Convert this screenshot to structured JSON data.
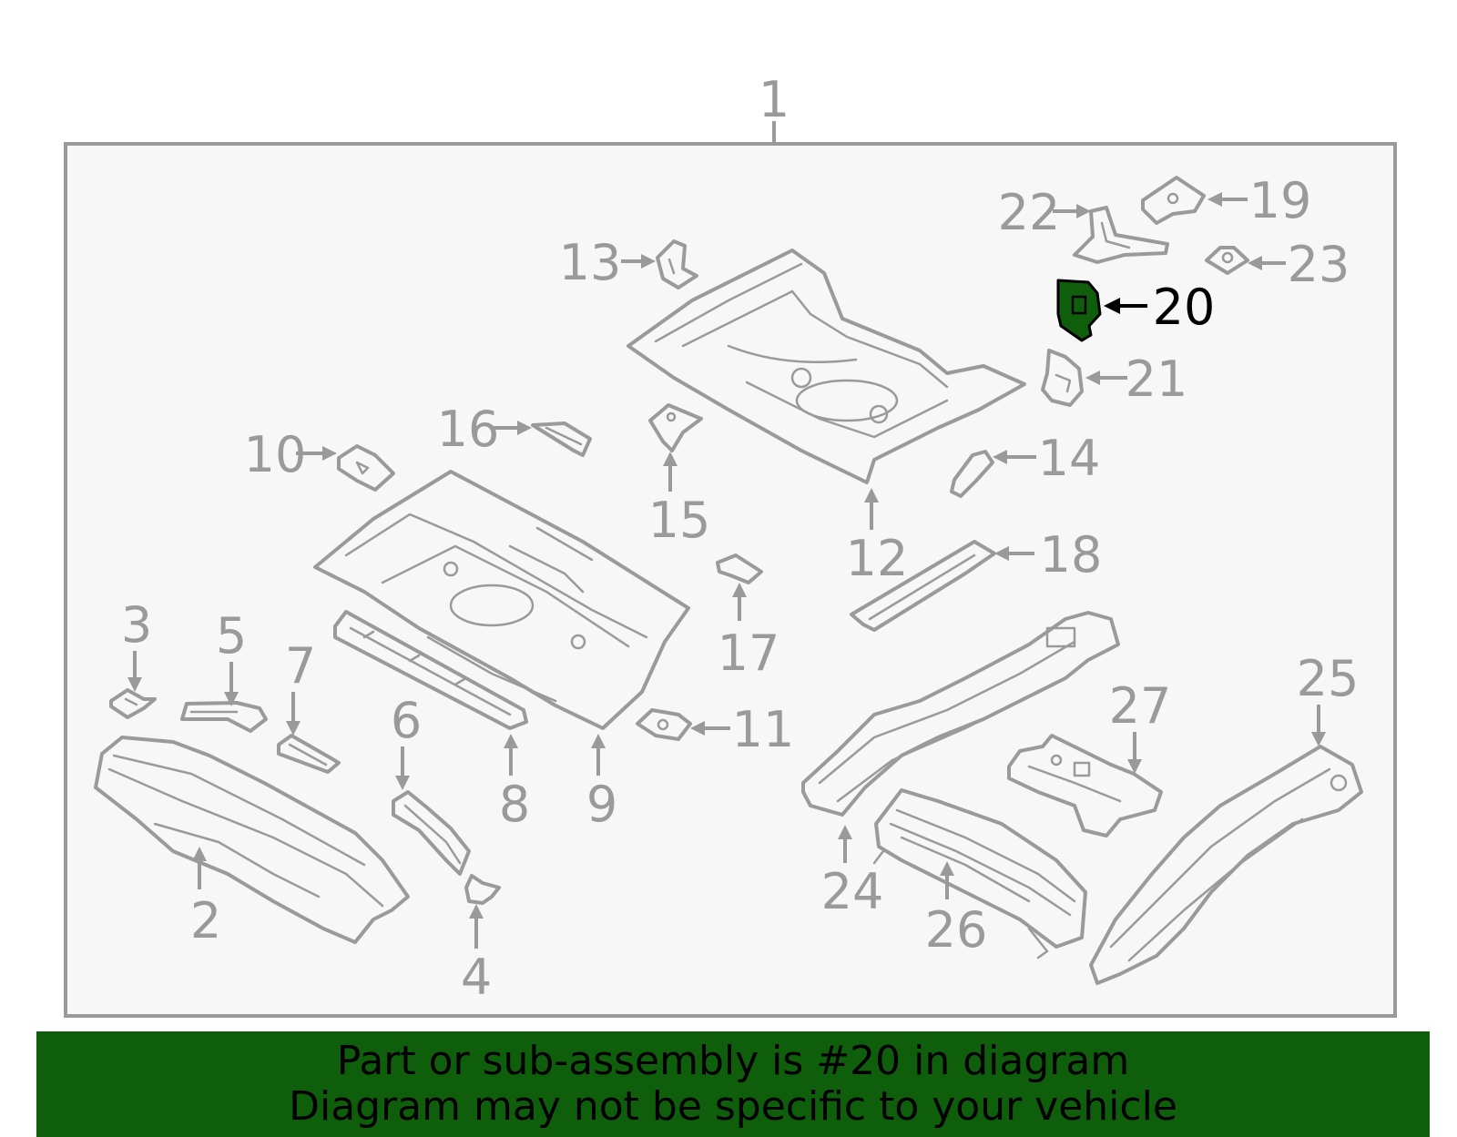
{
  "diagram": {
    "assembly_label": "1",
    "highlighted_part": "20",
    "highlight_color": "#0f5e0c",
    "line_color": "#9a9a9a",
    "labels": {
      "p2": "2",
      "p3": "3",
      "p4": "4",
      "p5": "5",
      "p6": "6",
      "p7": "7",
      "p8": "8",
      "p9": "9",
      "p10": "10",
      "p11": "11",
      "p12": "12",
      "p13": "13",
      "p14": "14",
      "p15": "15",
      "p16": "16",
      "p17": "17",
      "p18": "18",
      "p19": "19",
      "p20": "20",
      "p21": "21",
      "p22": "22",
      "p23": "23",
      "p24": "24",
      "p25": "25",
      "p26": "26",
      "p27": "27"
    }
  },
  "banner": {
    "line1": "Part or sub-assembly is #20 in diagram",
    "line2": "Diagram may not be specific to your vehicle",
    "background": "#0f5e0c"
  }
}
